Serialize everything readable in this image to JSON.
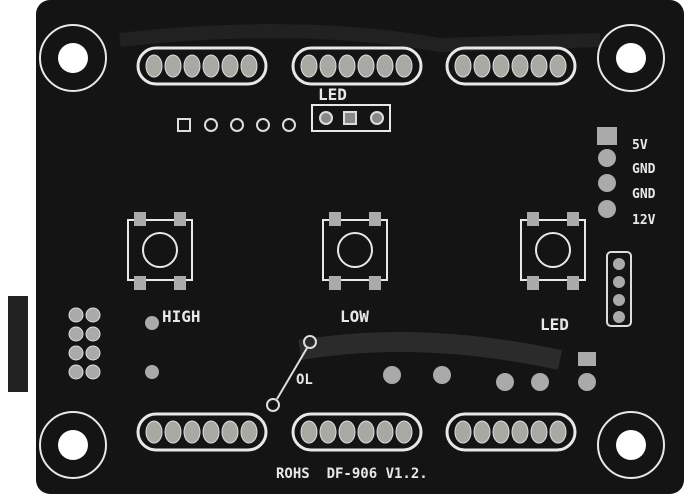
{
  "board": {
    "color": "#141414",
    "silkscreen_color": "#e8e8e8",
    "solder_color": "#b9b9b4",
    "led_header_label": "LED",
    "power_labels": [
      "5V",
      "GND",
      "GND",
      "12V"
    ],
    "button_labels": [
      "HIGH",
      "LOW",
      "LED"
    ],
    "mirrored_label": "OL",
    "footer_text": "ROHS  DF-906 V1.2."
  }
}
